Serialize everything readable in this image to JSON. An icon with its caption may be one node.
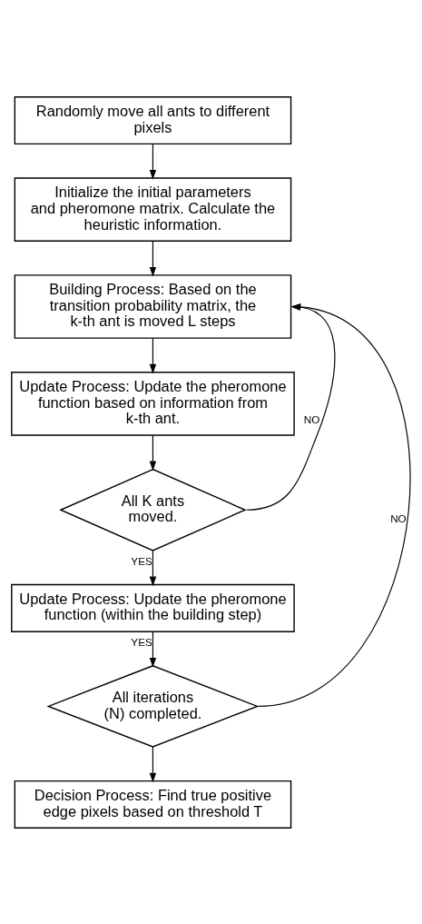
{
  "diagram": {
    "nodes": [
      {
        "text": [
          "Randomly move all ants to different pixels"
        ]
      },
      {
        "text": [
          "Initialize the initial parameters and pheromone matrix. Calculate the heuristic information."
        ]
      },
      {
        "text": [
          "Building Process: Based on the transition probability matrix, the k-th ant is moved L steps"
        ]
      },
      {
        "text": [
          "Update Process: Update the pheromone function based on information from k-th ant."
        ]
      },
      {
        "text": [
          "All K ants moved."
        ]
      },
      {
        "text": [
          "Update Process: Update the pheromone function (within the building step)"
        ]
      },
      {
        "text": [
          "All iterations (N) completed."
        ]
      },
      {
        "text": [
          "Decision Process: Find true positive edge pixels based on threshold T"
        ]
      }
    ],
    "edges": [
      {
        "from": 0,
        "to": 1,
        "arrow": "to"
      },
      {
        "from": 1,
        "to": 2,
        "arrow": "to"
      },
      {
        "from": 2,
        "to": 3,
        "arrow": "to"
      },
      {
        "from": 3,
        "to": 4,
        "arrow": "to"
      },
      {
        "from": 4,
        "to": 5,
        "arrow": "to",
        "label": "YES"
      },
      {
        "from": 4,
        "to": 2,
        "arrow": "to",
        "label": "NO"
      },
      {
        "from": 5,
        "to": 6,
        "arrow": "to",
        "label": "YES"
      },
      {
        "from": 6,
        "to": 2,
        "arrow": "to",
        "label": "NO"
      },
      {
        "from": 6,
        "to": 7,
        "arrow": "to"
      }
    ]
  }
}
